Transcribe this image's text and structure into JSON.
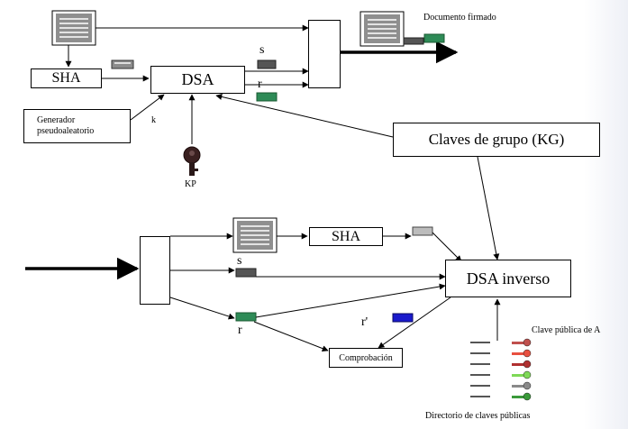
{
  "labels": {
    "documento_firmado": "Documento firmado",
    "sha_top": "SHA",
    "dsa": "DSA",
    "s_top": "s",
    "r_top": "r",
    "generador": "Generador\npseudoaleatorio",
    "k": "k",
    "kp": "KP",
    "claves_grupo": "Claves de grupo (KG)",
    "sha_bottom": "SHA",
    "s_bottom": "s",
    "dsa_inverso": "DSA inverso",
    "r_bottom": "r",
    "r_prime": "r'",
    "comprobacion": "Comprobación",
    "clave_publica": "Clave pública de A",
    "directorio": "Directorio de claves públicas"
  },
  "key_colors": [
    "#c0504d",
    "#e85040",
    "#b03030",
    "#7ed957",
    "#8a8a8a",
    "#3a9a3a"
  ]
}
